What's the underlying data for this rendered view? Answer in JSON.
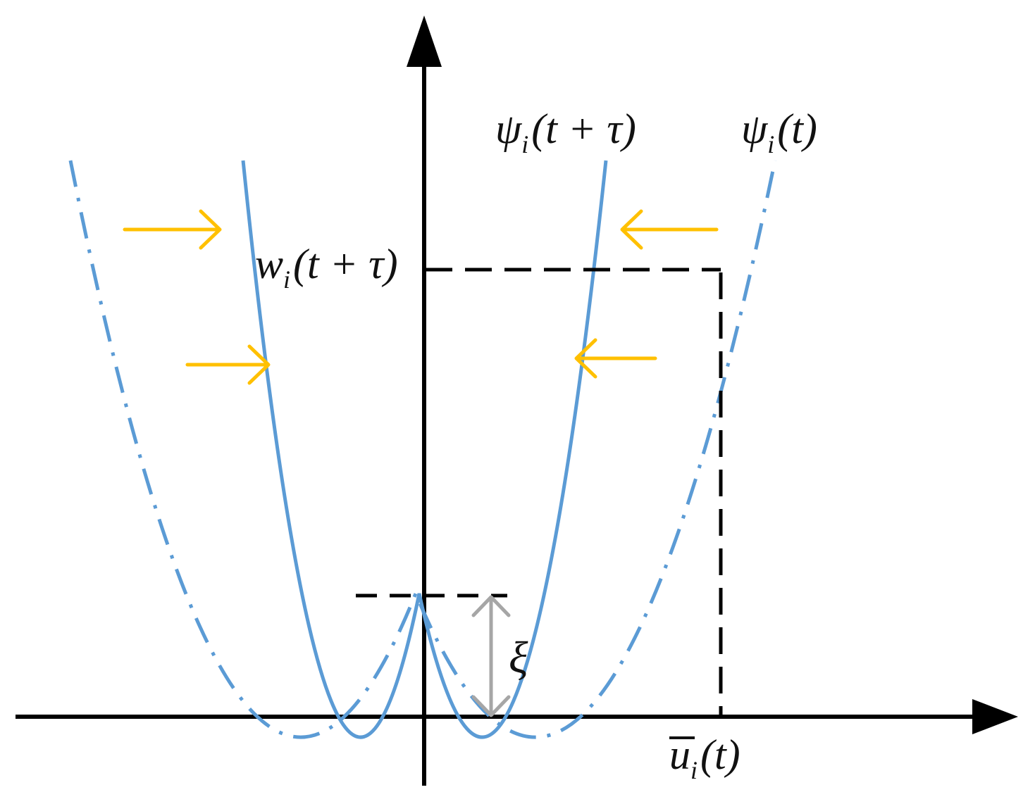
{
  "labels": {
    "psi_next": {
      "sym": "ψ",
      "sub": "i",
      "arg": "(t + τ)"
    },
    "psi_now": {
      "sym": "ψ",
      "sub": "i",
      "arg": "(t)"
    },
    "w_next": {
      "sym": "w",
      "sub": "i",
      "arg": "(t + τ)"
    },
    "u_bar": {
      "sym": "u",
      "sub": "i",
      "arg": "(t)"
    },
    "xi": "ξ"
  },
  "colors": {
    "axis": "#000000",
    "curve": "#5b9bd5",
    "arrow": "#ffc000",
    "gap_arrow": "#a6a6a6",
    "guide": "#000000"
  }
}
